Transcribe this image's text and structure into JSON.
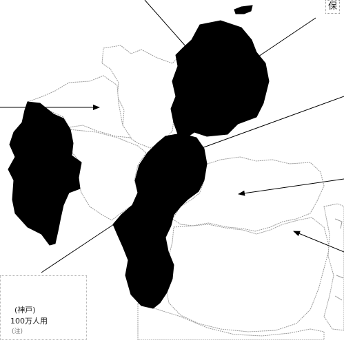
{
  "labels": {
    "top_right": "保"
  },
  "legend": {
    "line_1": "(神戸)",
    "line_2": "100万人用",
    "line_3": "(注)"
  },
  "colors": {
    "highlight_fill": "#000000",
    "region_fill": "#ffffff",
    "border_line": "#9a9a9a",
    "leader_line": "#000000"
  },
  "icons": {
    "arrowhead": "arrow-head-icon"
  }
}
